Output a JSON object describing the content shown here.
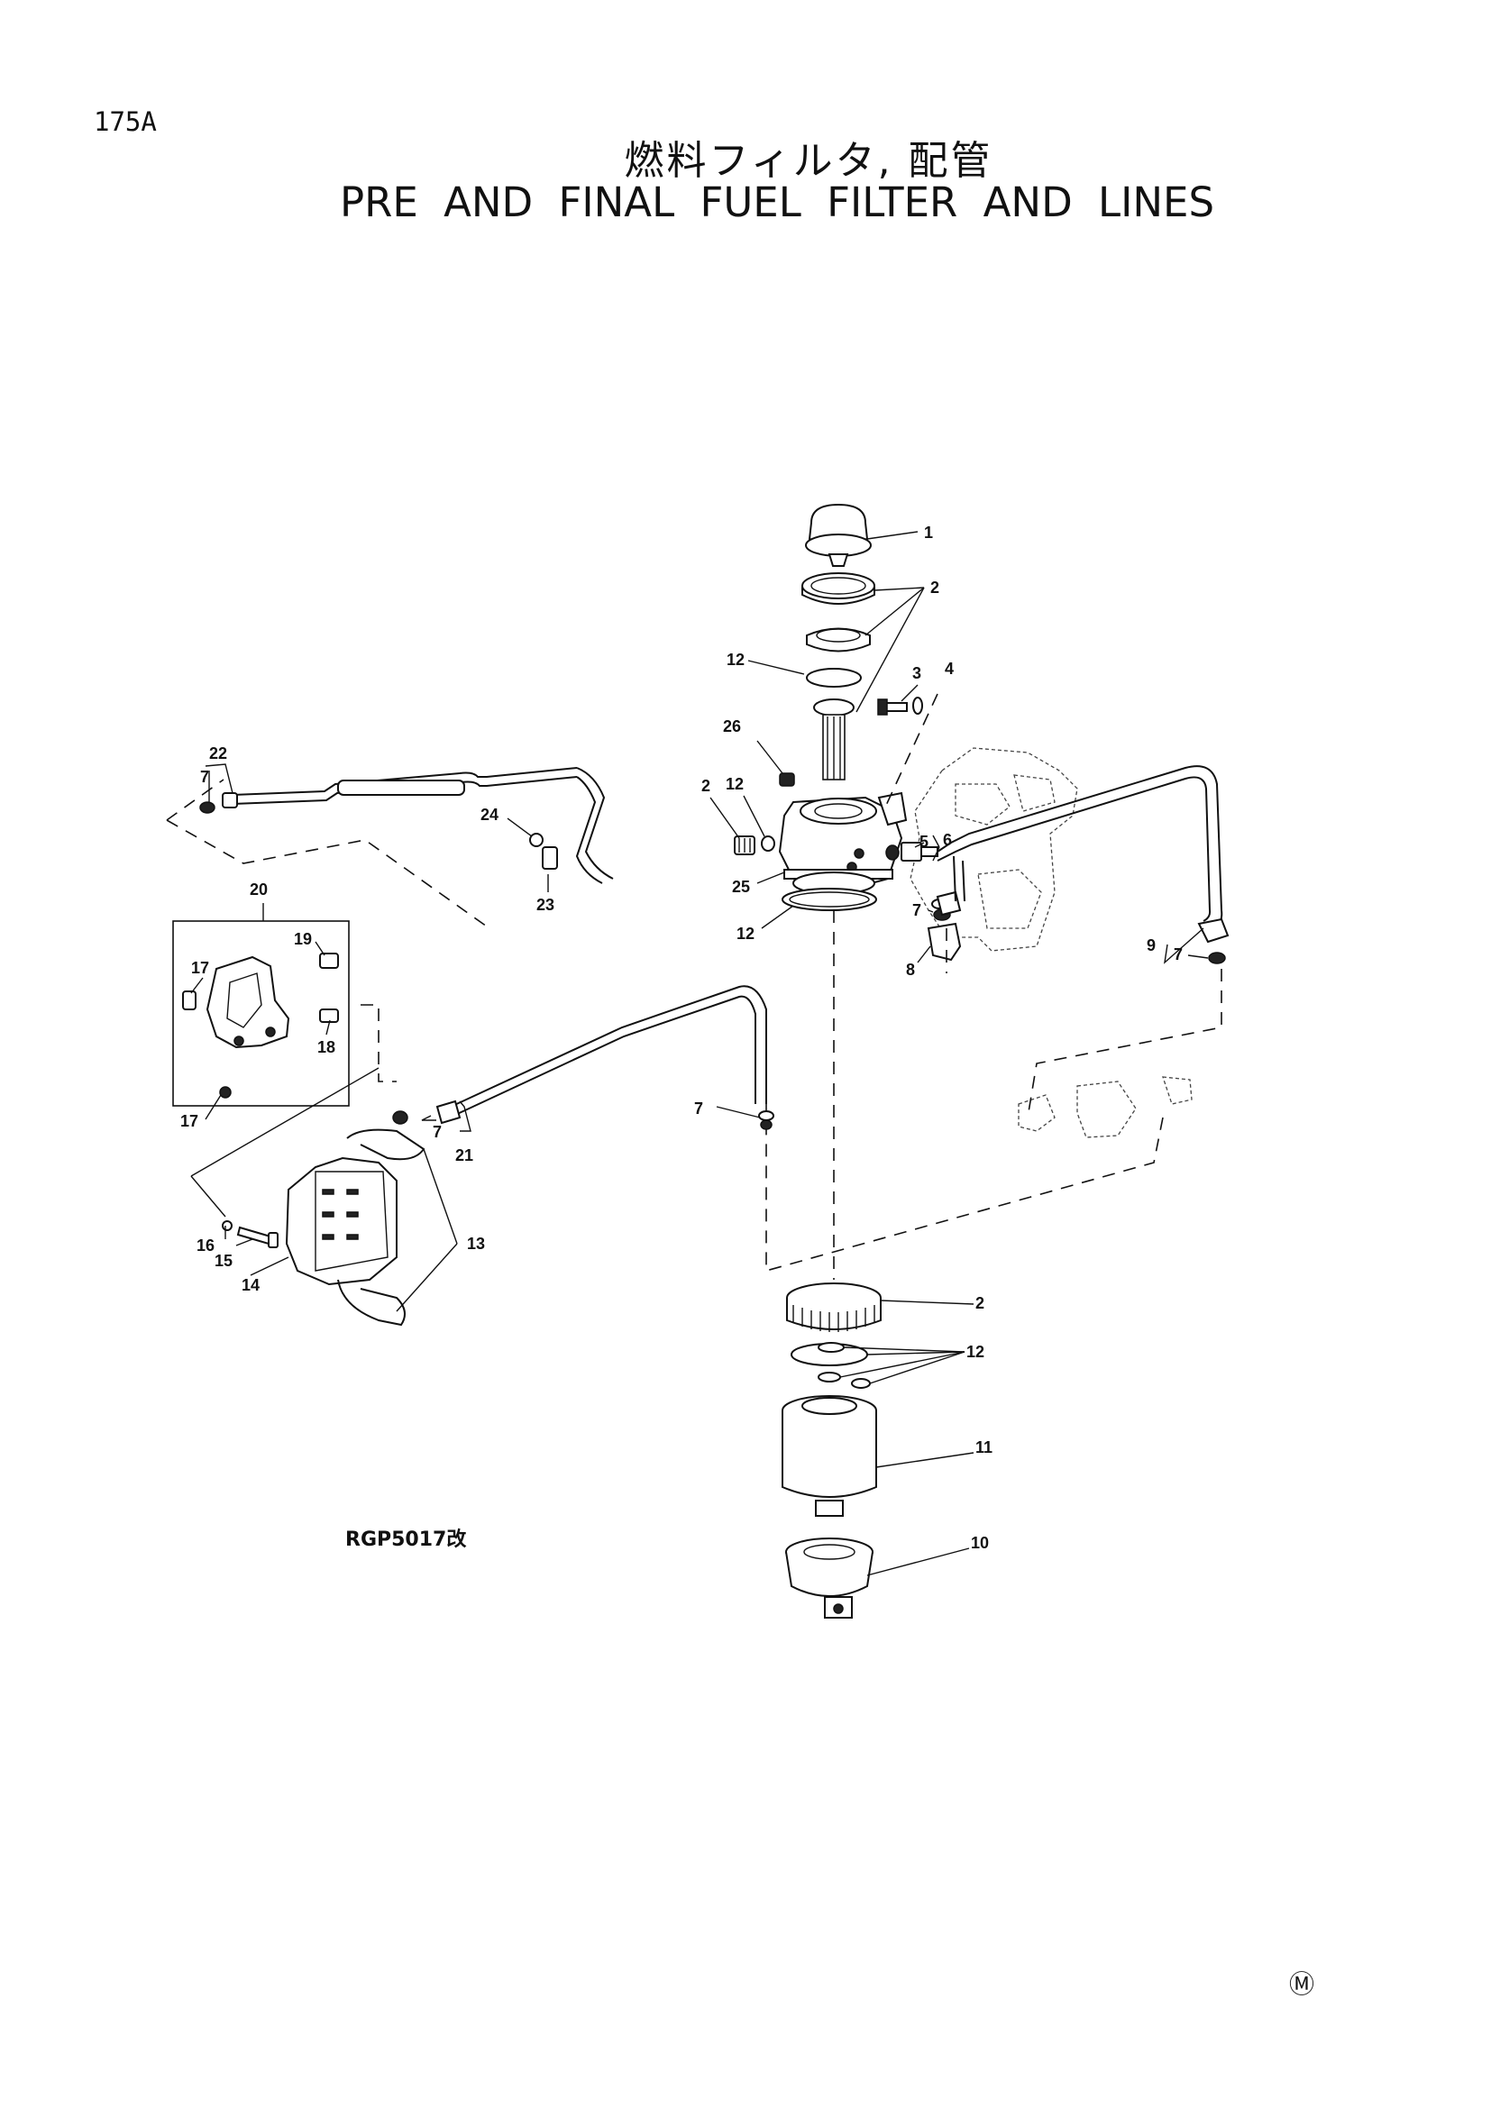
{
  "page": {
    "number": "175A",
    "title_jp": "燃料フィルタ, 配管",
    "title_en": "PRE AND FINAL FUEL FILTER AND LINES",
    "figure_code": "RGP5017改",
    "corner_mark": "Ⓜ"
  },
  "callouts": {
    "c1": "1",
    "c2_top": "2",
    "c12_top": "12",
    "c3": "3",
    "c4": "4",
    "c26": "26",
    "c2_left": "2",
    "c12_left": "12",
    "c5": "5",
    "c6": "6",
    "c25": "25",
    "c12_base": "12",
    "c7_right": "7",
    "c8": "8",
    "c9": "9",
    "c7_far": "7",
    "c22": "22",
    "c7_top": "7",
    "c24": "24",
    "c23": "23",
    "c20": "20",
    "c19": "19",
    "c17_a": "17",
    "c18": "18",
    "c17_b": "17",
    "c7_mid": "7",
    "c21": "21",
    "c7_center": "7",
    "c13": "13",
    "c16": "16",
    "c15": "15",
    "c14": "14",
    "c2_bottom": "2",
    "c12_bottom": "12",
    "c11": "11",
    "c10": "10"
  }
}
